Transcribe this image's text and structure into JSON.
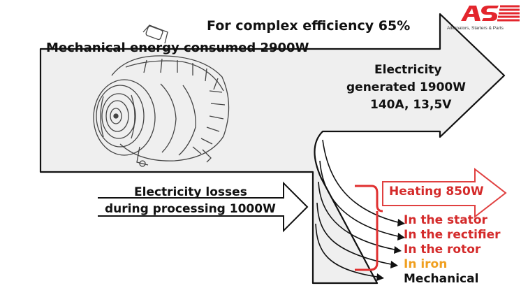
{
  "logo": {
    "text": "AS",
    "tagline": "Alternators, Starters & Parts",
    "color": "#e3262d"
  },
  "labels": {
    "efficiency": "For complex efficiency 65%",
    "consumed": "Mechanical energy consumed 2900W",
    "generated_line1": "Electricity",
    "generated_line2": "generated 1900W",
    "generated_line3": "140A, 13,5V",
    "losses_line1": "Electricity losses",
    "losses_line2": "during processing 1000W",
    "heating": "Heating 850W"
  },
  "losses": [
    {
      "label": "In the stator",
      "color": "#d42a2a"
    },
    {
      "label": "In the rectifier",
      "color": "#d42a2a"
    },
    {
      "label": "In the rotor",
      "color": "#d42a2a"
    },
    {
      "label": "In iron",
      "color": "#f0a020"
    },
    {
      "label": "Mechanical",
      "color": "#111111"
    }
  ],
  "colors": {
    "main_arrow_fill": "#efefef",
    "outline": "#111111",
    "heating_arrow": "#e04040",
    "bracket": "#e03030"
  },
  "icons": {
    "alternator": "alternator-illustration"
  }
}
